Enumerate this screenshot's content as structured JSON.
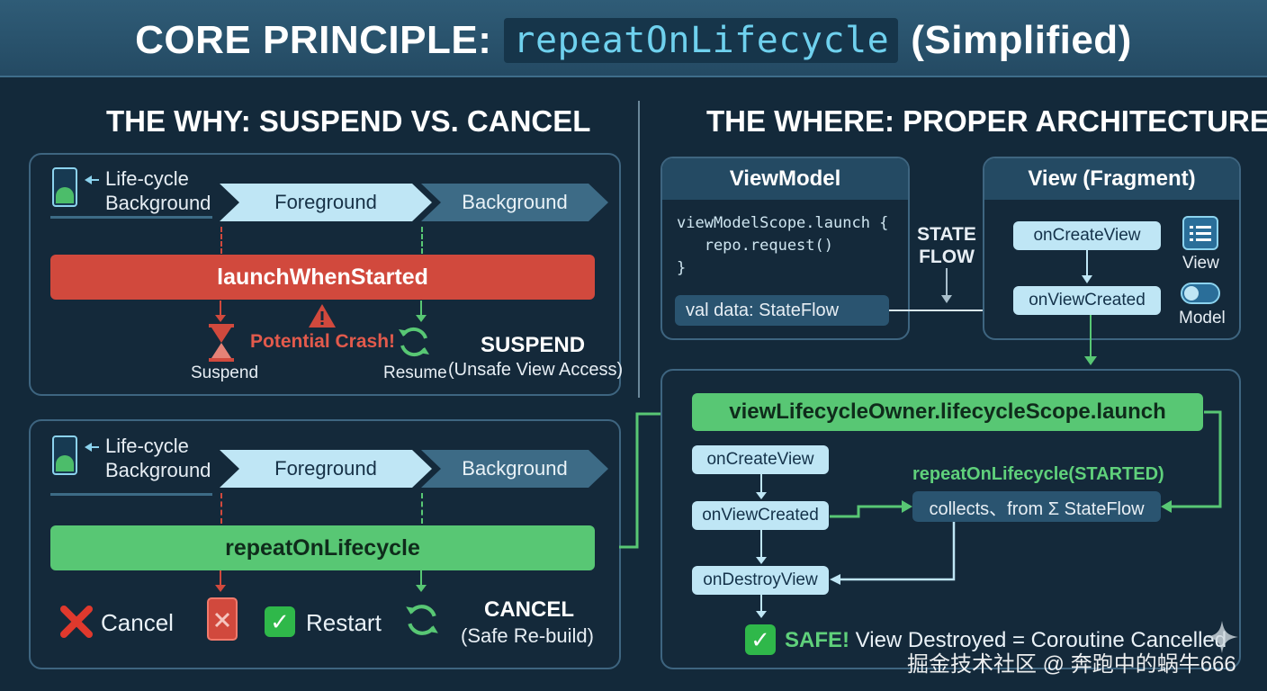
{
  "header": {
    "title_prefix": "CORE PRINCIPLE:",
    "title_code": "repeatOnLifecycle",
    "title_suffix": "(Simplified)"
  },
  "left": {
    "heading": "THE WHY: SUSPEND VS. CANCEL",
    "lifecycle_label_line1": "Life-cycle",
    "lifecycle_label_line2": "Background",
    "foreground": "Foreground",
    "background": "Background",
    "top": {
      "bar_label": "launchWhenStarted",
      "suspend_label": "Suspend",
      "crash_label": "Potential Crash!",
      "resume_label": "Resume",
      "result_title": "SUSPEND",
      "result_desc": "(Unsafe View Access)"
    },
    "bottom": {
      "bar_label": "repeatOnLifecycle",
      "cancel_label": "Cancel",
      "restart_label": "Restart",
      "result_title": "CANCEL",
      "result_desc": "(Safe Re-build)"
    }
  },
  "right": {
    "heading": "THE WHERE: PROPER ARCHITECTURE",
    "viewmodel": {
      "title": "ViewModel",
      "code_line1": "viewModelScope.launch {",
      "code_line2": "   repo.request()",
      "code_line3": "}",
      "data_label": "val data: StateFlow"
    },
    "state_flow_line1": "STATE",
    "state_flow_line2": "FLOW",
    "view": {
      "title": "View (Fragment)",
      "on_create_view": "onCreateView",
      "on_view_created": "onViewCreated",
      "view_label": "View",
      "model_label": "Model"
    },
    "lifecycle_box": {
      "launch_label": "viewLifecycleOwner.lifecycleScope.launch",
      "on_create_view": "onCreateView",
      "on_view_created": "onViewCreated",
      "on_destroy_view": "onDestroyView",
      "repeat_label": "repeatOnLifecycle(STARTED)",
      "collects_label": "collects、from Σ StateFlow",
      "safe_label": "SAFE!",
      "safe_desc": "View Destroyed = Coroutine Cancelled"
    }
  },
  "watermark": "掘金技术社区 @ 奔跑中的蜗牛666",
  "colors": {
    "background": "#13293a",
    "banner": "#2f5c77",
    "red": "#d1493d",
    "green": "#58c774",
    "light_blue": "#bfe6f5",
    "accent_code": "#6fd1ee"
  }
}
